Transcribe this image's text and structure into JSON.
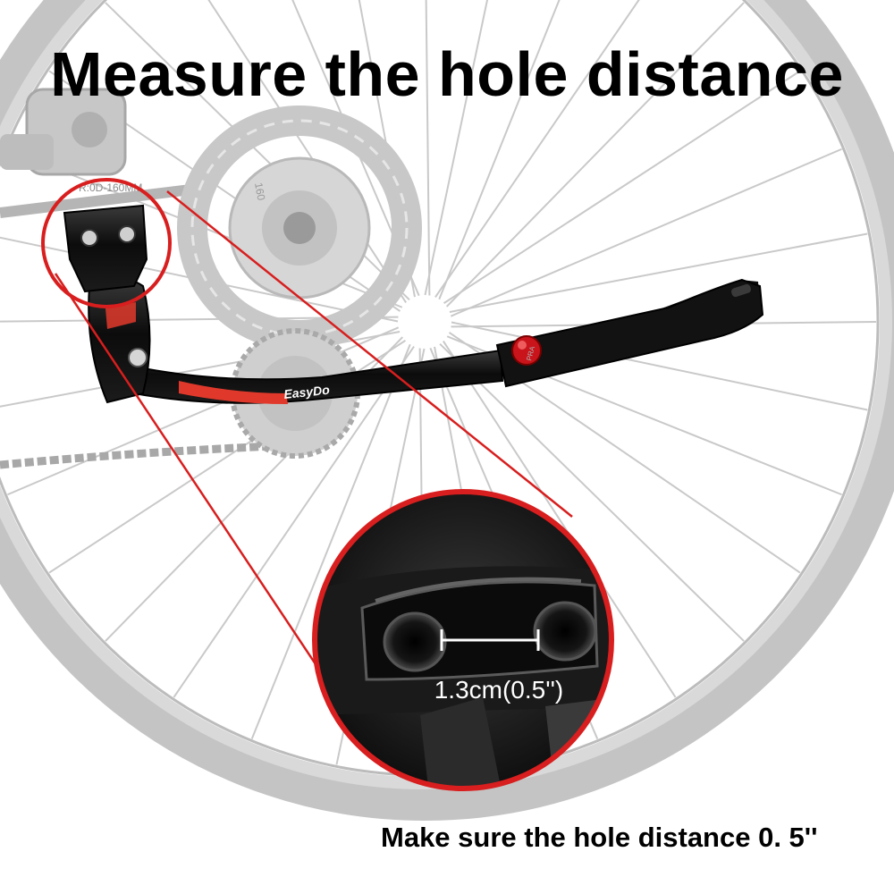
{
  "headline": "Measure the hole distance",
  "footnote": "Make sure the hole distance 0. 5''",
  "product": {
    "brand_mark": "EasyDo",
    "disc_marking": "R:0D-160MM",
    "disc_size": "160",
    "button_marking": "PRA"
  },
  "measurement": {
    "label": "1.3cm(0.5'')"
  },
  "colors": {
    "accent_red": "#d81e1e",
    "stand_black": "#111111",
    "stand_stripe": "#e0392b",
    "wheel_gray": "#b8b8b8"
  }
}
